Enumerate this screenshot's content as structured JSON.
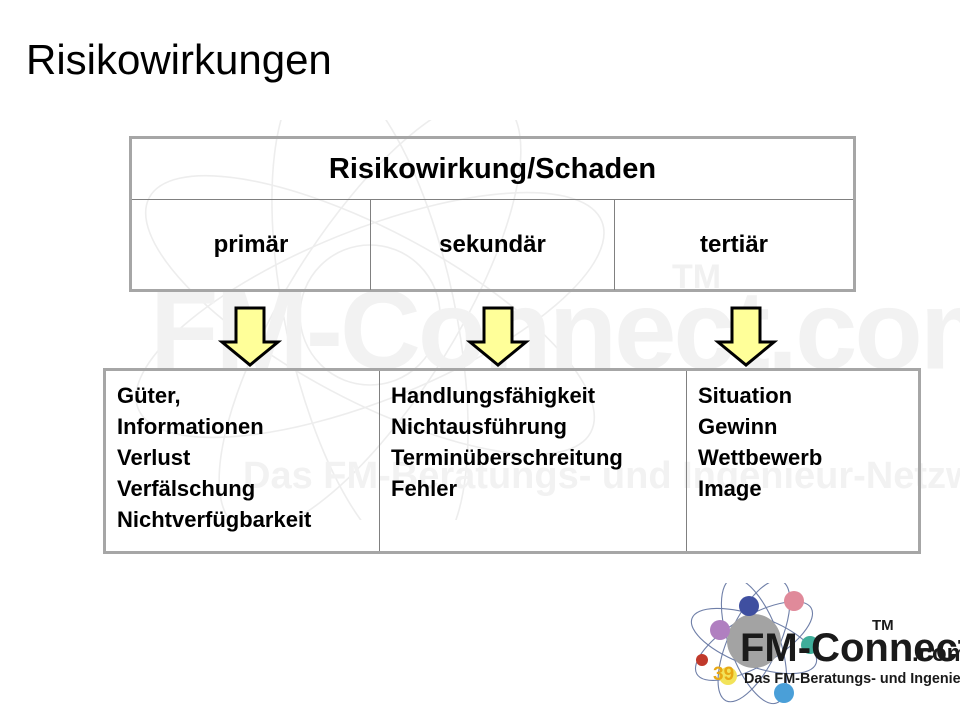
{
  "slide": {
    "title": "Risikowirkungen",
    "page_number": "39",
    "background_color": "#ffffff"
  },
  "top_table": {
    "header": "Risikowirkung/Schaden",
    "columns": [
      "primär",
      "sekundär",
      "tertiär"
    ]
  },
  "arrows": [
    {
      "name": "arrow-primaer",
      "label": "down-arrow-icon",
      "fill": "#ffff99",
      "stroke": "#000000"
    },
    {
      "name": "arrow-sekundaer",
      "label": "down-arrow-icon",
      "fill": "#ffff99",
      "stroke": "#000000"
    },
    {
      "name": "arrow-tertiaer",
      "label": "down-arrow-icon",
      "fill": "#ffff99",
      "stroke": "#000000"
    }
  ],
  "bottom_table": {
    "columns": [
      {
        "heading_ref": "primär",
        "items": [
          "Güter,",
          "Informationen",
          "Verlust",
          "Verfälschung",
          "Nichtverfügbarkeit"
        ]
      },
      {
        "heading_ref": "sekundär",
        "items": [
          "Handlungsfähigkeit",
          "Nichtausführung",
          "Terminüberschreitung",
          "Fehler"
        ]
      },
      {
        "heading_ref": "tertiär",
        "items": [
          "Situation",
          "Gewinn",
          "Wettbewerb",
          "Image"
        ]
      }
    ]
  },
  "logo": {
    "name": "FM-Connect.com",
    "name_part_1": "FM-Connect",
    "name_part_2": ".com",
    "trademark": "TM",
    "tagline": "Das FM-Beratungs- und Ingenieur-Netzwerk!",
    "colors": {
      "text": "#1a1a1a",
      "nucleus": "#9a9a9a",
      "orbit": "#5a6f9c",
      "electron_blue": "#3f4fa0",
      "electron_pink": "#e08a9a",
      "electron_purple": "#b07fc0",
      "electron_teal": "#3fae9a",
      "electron_cyan": "#4a9fd8",
      "electron_yellow": "#f2e35a",
      "electron_red": "#c0392b"
    }
  },
  "watermark": {
    "text": "FM-Connect.com",
    "trademark": "TM",
    "tagline": "Das FM-Beratungs- und Ingenieur-Netzwerk!",
    "color": "#f2f2f2"
  }
}
